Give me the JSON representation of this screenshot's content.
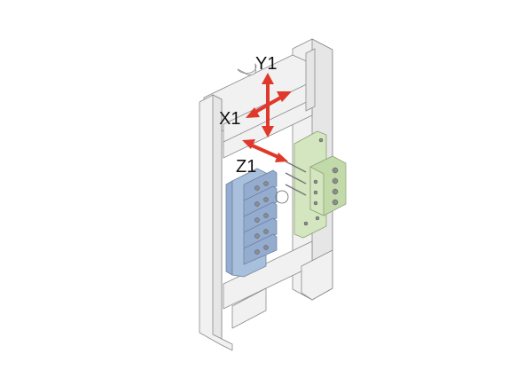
{
  "diagram": {
    "axis_labels": {
      "y": "Y1",
      "x": "X1",
      "z": "Z1"
    },
    "colors": {
      "arrow": "#e0382a",
      "frame": "#f1f1f1",
      "left_block": "#a9c0dd",
      "right_block": "#d3e6bf"
    }
  }
}
